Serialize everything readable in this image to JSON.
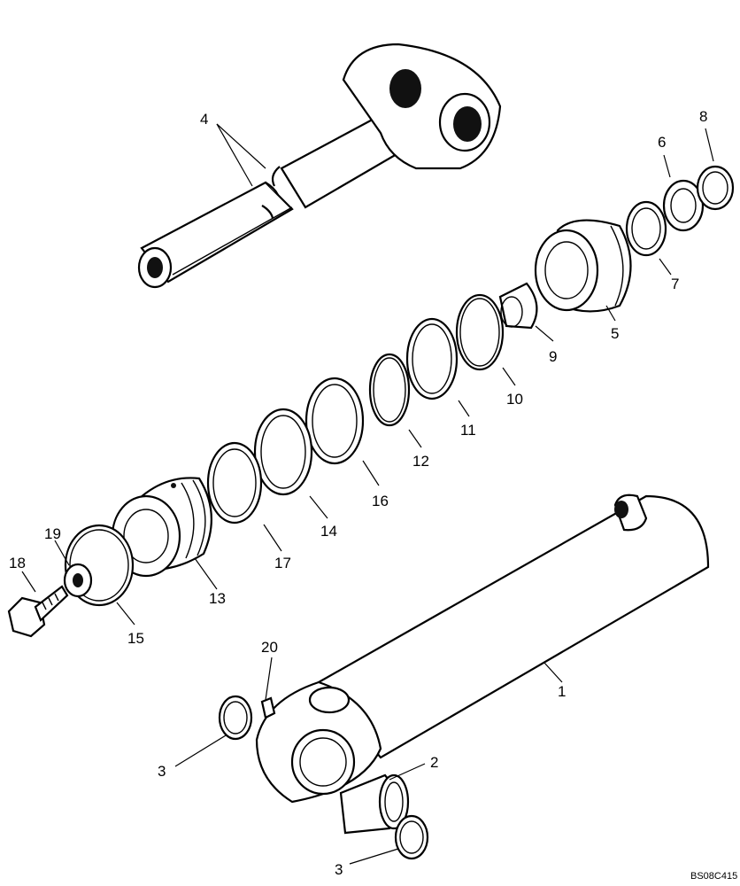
{
  "diagram": {
    "reference_code": "BS08C415",
    "callouts": [
      {
        "id": "c1",
        "text": "1"
      },
      {
        "id": "c2",
        "text": "2"
      },
      {
        "id": "c3a",
        "text": "3"
      },
      {
        "id": "c3b",
        "text": "3"
      },
      {
        "id": "c4",
        "text": "4"
      },
      {
        "id": "c5",
        "text": "5"
      },
      {
        "id": "c6",
        "text": "6"
      },
      {
        "id": "c7",
        "text": "7"
      },
      {
        "id": "c8",
        "text": "8"
      },
      {
        "id": "c9",
        "text": "9"
      },
      {
        "id": "c10",
        "text": "10"
      },
      {
        "id": "c11",
        "text": "11"
      },
      {
        "id": "c12",
        "text": "12"
      },
      {
        "id": "c13",
        "text": "13"
      },
      {
        "id": "c14",
        "text": "14"
      },
      {
        "id": "c15",
        "text": "15"
      },
      {
        "id": "c16",
        "text": "16"
      },
      {
        "id": "c17",
        "text": "17"
      },
      {
        "id": "c18",
        "text": "18"
      },
      {
        "id": "c19",
        "text": "19"
      },
      {
        "id": "c20",
        "text": "20"
      }
    ]
  }
}
